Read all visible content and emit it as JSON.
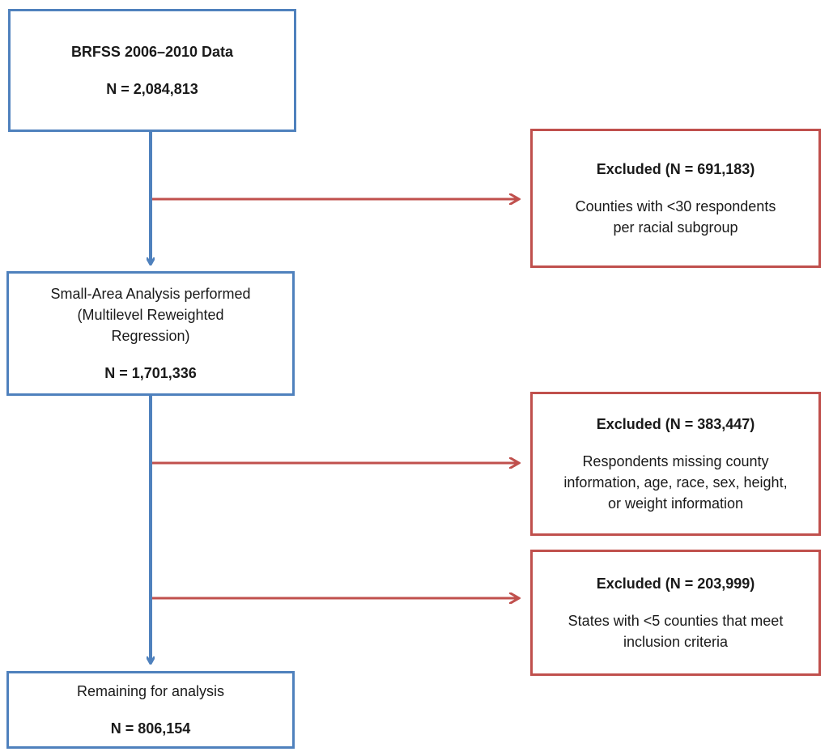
{
  "main_boxes": [
    {
      "title": "BRFSS 2006–2010 Data",
      "count": "N = 2,084,813"
    },
    {
      "title_lines": [
        "Small-Area Analysis performed",
        "(Multilevel Reweighted",
        "Regression)"
      ],
      "count": "N = 1,701,336"
    },
    {
      "title": "Remaining for analysis",
      "count": "N = 806,154"
    }
  ],
  "excluded_boxes": [
    {
      "header": "Excluded (N = 691,183)",
      "lines": [
        "Counties with <30 respondents",
        "per racial subgroup"
      ]
    },
    {
      "header": "Excluded (N = 383,447)",
      "lines": [
        "Respondents missing county",
        "information, age, race, sex, height,",
        "or weight information"
      ]
    },
    {
      "header": "Excluded (N = 203,999)",
      "lines": [
        "States with <5 counties that meet",
        "inclusion criteria"
      ]
    }
  ],
  "colors": {
    "main_border": "#4f81bd",
    "excluded_border": "#c0504d"
  }
}
